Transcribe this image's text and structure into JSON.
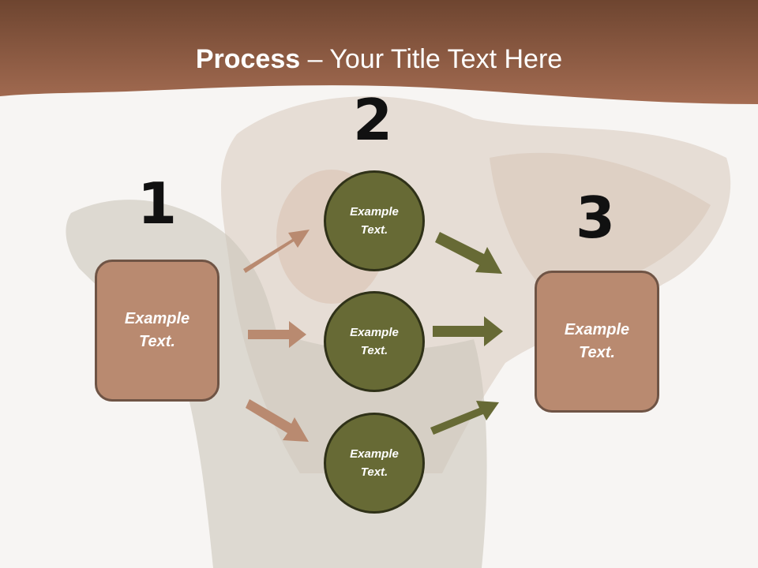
{
  "slide": {
    "title_bold": "Process",
    "title_rest": " – Your Title Text Here",
    "step_numbers": [
      "1",
      "2",
      "3"
    ],
    "left_box": {
      "line1": "Example",
      "line2": "Text."
    },
    "right_box": {
      "line1": "Example",
      "line2": "Text."
    },
    "circles": [
      {
        "line1": "Example",
        "line2": "Text."
      },
      {
        "line1": "Example",
        "line2": "Text."
      },
      {
        "line1": "Example",
        "line2": "Text."
      }
    ]
  },
  "colors": {
    "header_band": "#8b5a40",
    "box_fill": "#b98a70",
    "circle_fill": "#676a35",
    "arrow_left": "#b98a70",
    "arrow_right": "#676a35"
  }
}
